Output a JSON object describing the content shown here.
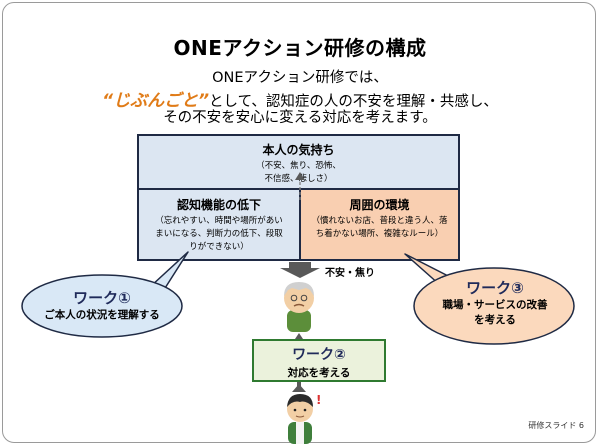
{
  "slide": {
    "title": "ONEアクション研修の構成",
    "line1": "ONEアクション研修では、",
    "line2_highlight": "“じぶんごと”",
    "line2_rest": "として、認知症の人の不安を理解・共感し、",
    "line3": "その不安を安心に変える対応を考えます。",
    "footer": "研修スライド 6"
  },
  "feelings": {
    "heading": "本人の気持ち",
    "text_line1": "（不安、焦り、恐怖、",
    "text_line2": "不信感、悲しさ）"
  },
  "cognitive": {
    "heading": "認知機能の低下",
    "text_line1": "（忘れやすい、時間や場所があい",
    "text_line2": "まいになる、判断力の低下、段取",
    "text_line3": "りができない）"
  },
  "environment": {
    "heading": "周囲の環境",
    "text_line1": "（慣れないお店、普段と違う人、落",
    "text_line2": "ち着かない場所、複雑なルール）"
  },
  "anxiety_label": "不安・焦り",
  "work1": {
    "title": "ワーク①",
    "desc": "ご本人の状況を理解する"
  },
  "work2": {
    "title": "ワーク②",
    "desc": "対応を考える"
  },
  "work3": {
    "title": "ワーク③",
    "desc_line1": "職場・サービスの改善",
    "desc_line2": "を考える"
  },
  "colors": {
    "accent_orange": "#e07b17",
    "blue_box": "#dce6f2",
    "orange_box": "#f9cfb1",
    "bubble_blue": "#d9e8f6",
    "bubble_orange": "#fbd9bd",
    "green_box": "#ebf2dc",
    "green_border": "#2f7a30"
  }
}
